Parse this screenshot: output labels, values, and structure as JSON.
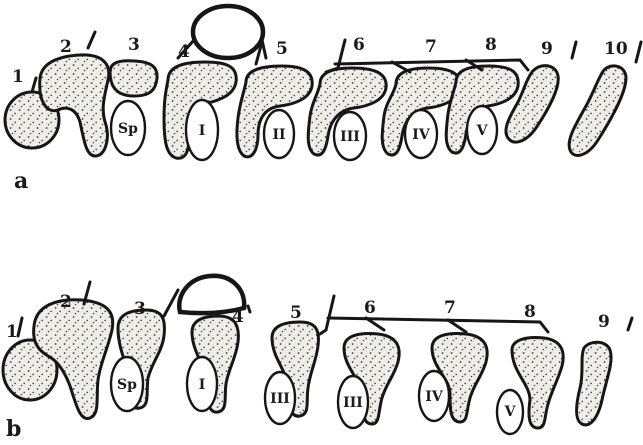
{
  "panels": [
    {
      "id": "a",
      "label": "a",
      "numbers": [
        "1",
        "2",
        "3",
        "4",
        "5",
        "6",
        "7",
        "8",
        "9",
        "10"
      ],
      "oval_labels": [
        "Sp",
        "I",
        "II",
        "III",
        "IV",
        "V"
      ]
    },
    {
      "id": "b",
      "label": "b",
      "numbers": [
        "1",
        "2",
        "3",
        "4",
        "5",
        "6",
        "7",
        "8",
        "9"
      ],
      "oval_labels": [
        "Sp",
        "I",
        "III",
        "III",
        "IV",
        "V"
      ]
    }
  ]
}
